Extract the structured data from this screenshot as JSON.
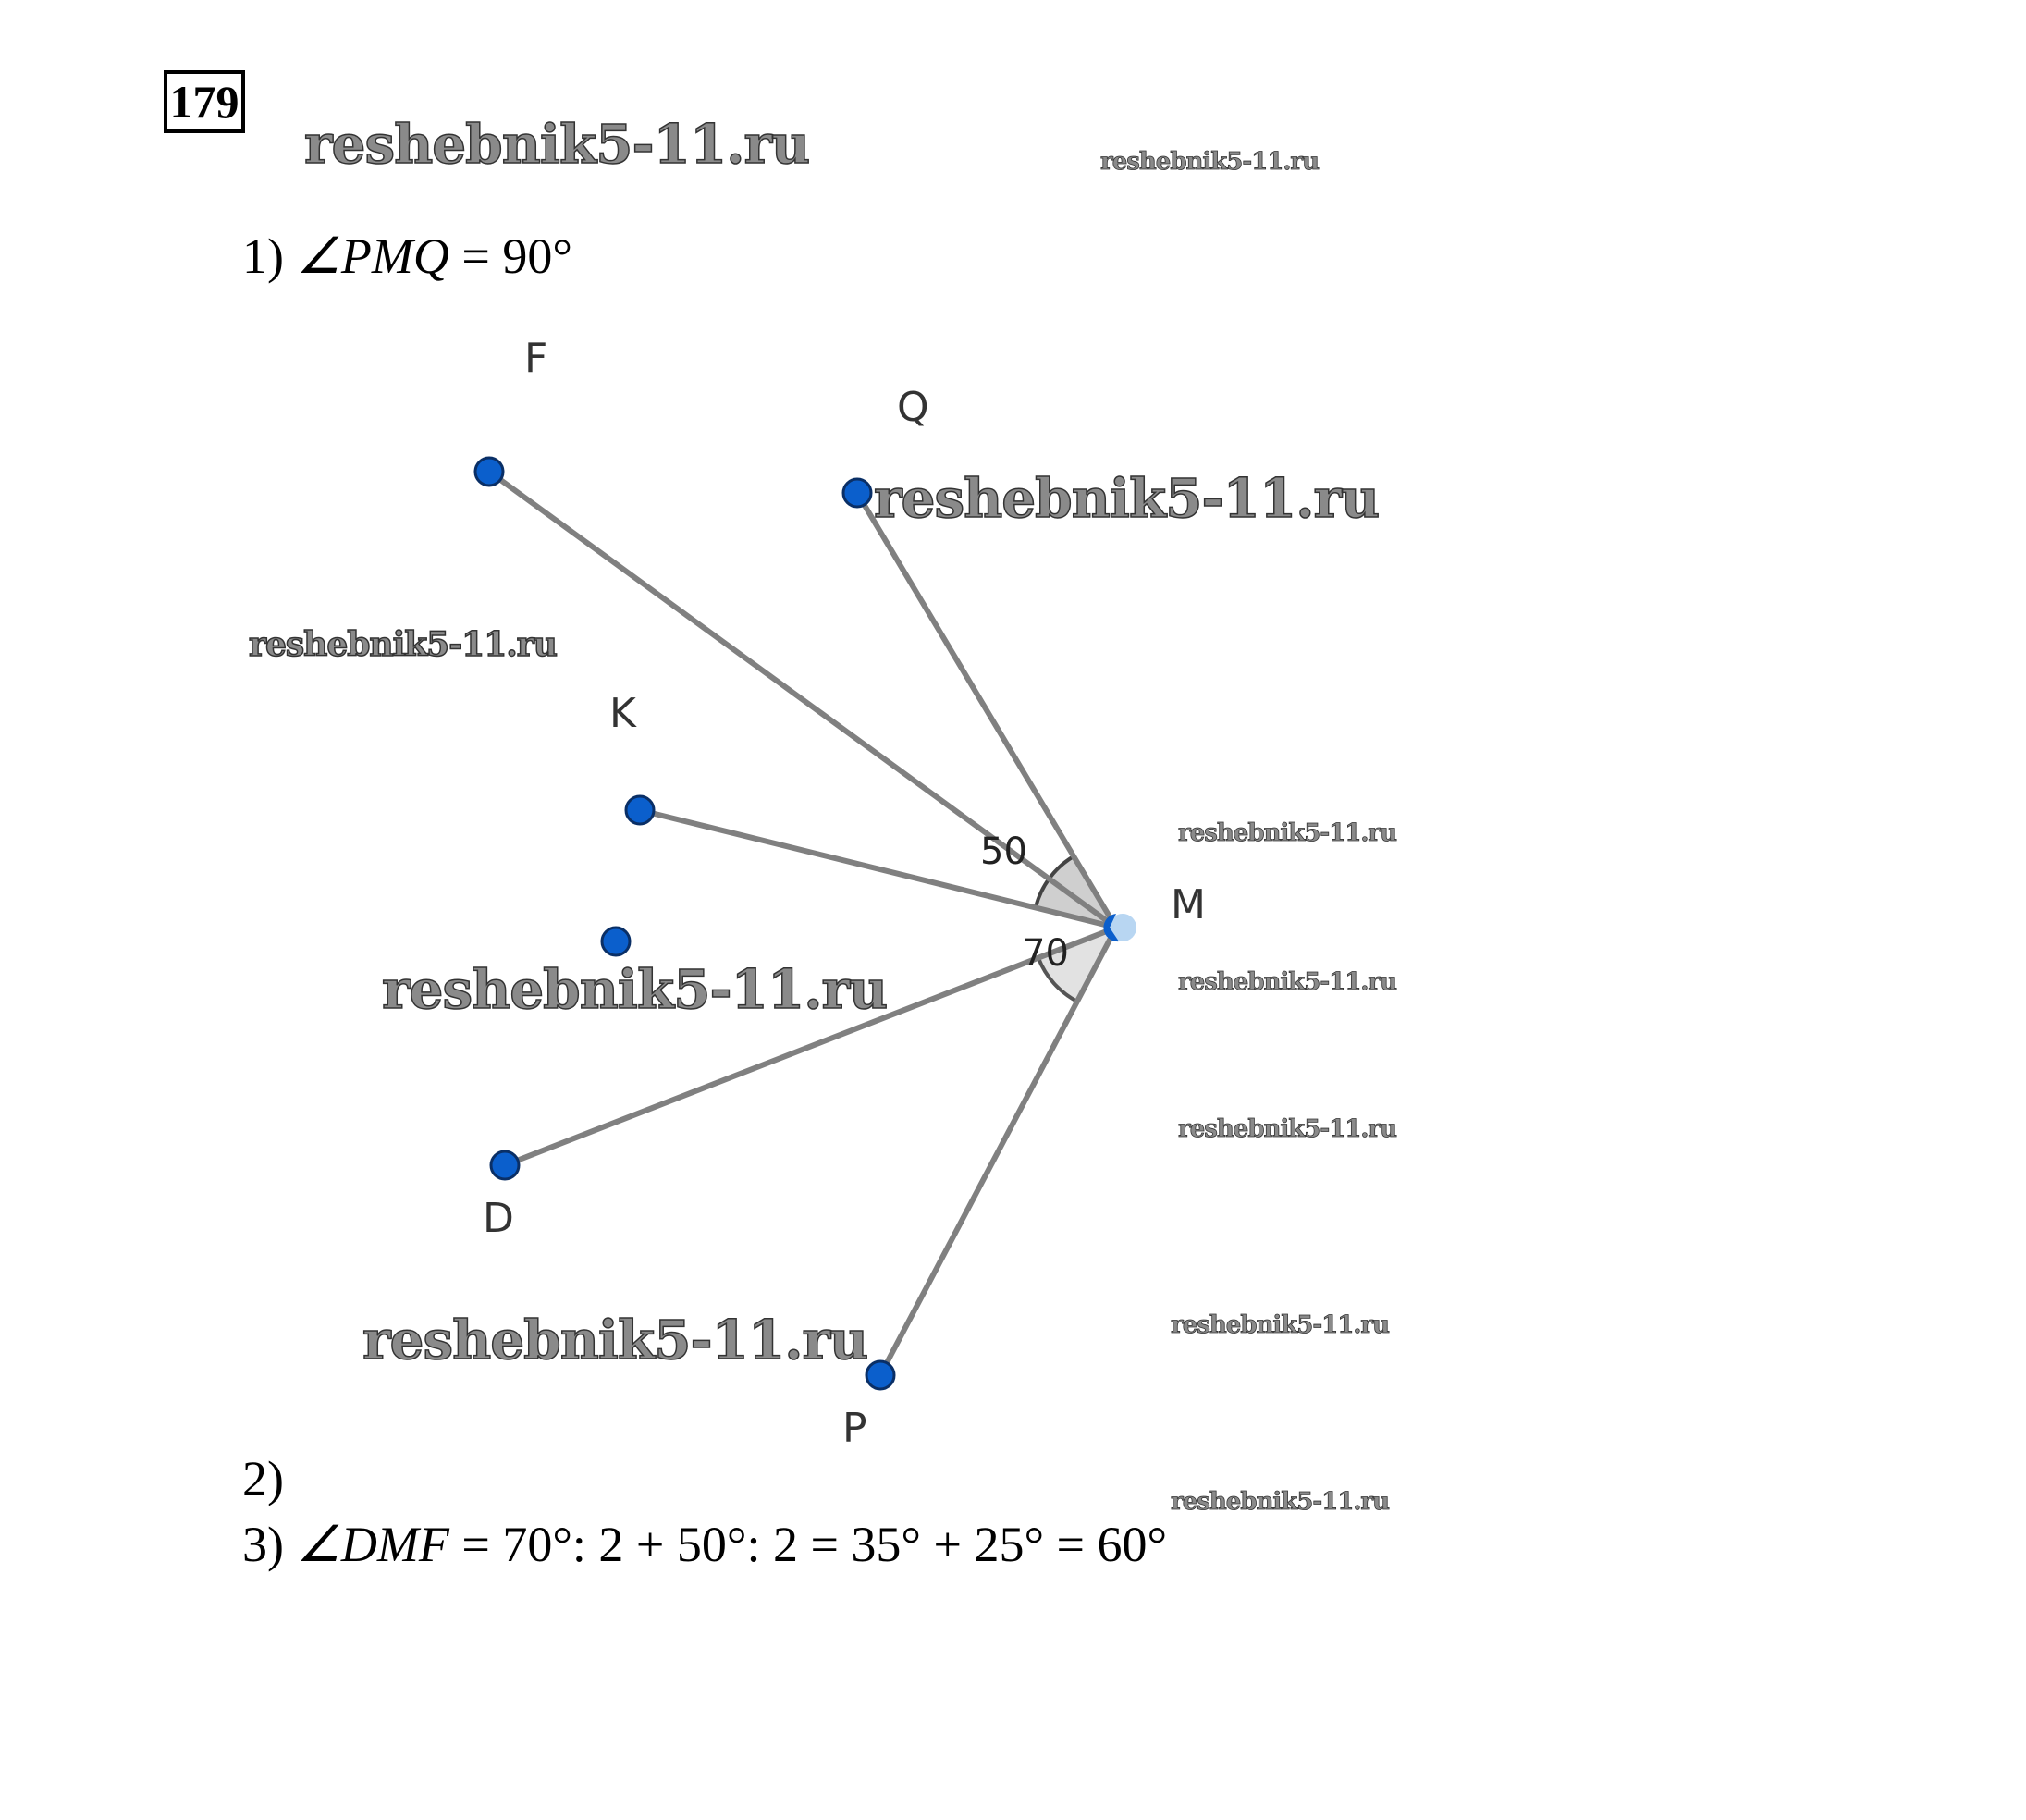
{
  "problem_number": "179",
  "watermark": "reshebnik5-11.ru",
  "lines": {
    "line1_prefix": "1) ",
    "line1_math": "∠PMQ",
    "line1_rest": " = 90°",
    "line2": "2)",
    "line3_prefix": "3) ",
    "line3_math": "∠DMF",
    "line3_rest": " = 70°: 2 + 50°: 2 = 35° + 25° = 60°"
  },
  "figure": {
    "points": {
      "F": "F",
      "Q": "Q",
      "K": "K",
      "D": "D",
      "P": "P",
      "M": "M"
    },
    "angle_labels": {
      "upper": "50",
      "lower": "70"
    },
    "colors": {
      "point": "#0b5fcc",
      "line": "#808080",
      "sector": "#d8d8d8"
    }
  }
}
